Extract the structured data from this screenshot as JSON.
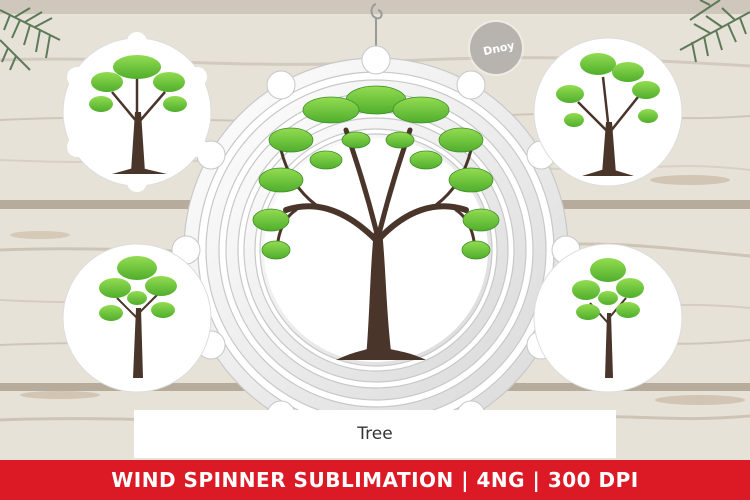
{
  "caption": "Tree",
  "banner": "WIND SPINNER SUBLIMATION | 4NG | 300 DPI",
  "logo_text": "Dnoy",
  "colors": {
    "banner_red": "#dc1a26",
    "wood": "#e8e3da",
    "leaf": "#7acc3a",
    "trunk": "#4a352b"
  },
  "images": [
    "tree-disc-top-left",
    "tree-disc-bottom-left",
    "wind-spinner-center",
    "tree-disc-top-right",
    "tree-disc-bottom-right",
    "pine-branch-decoration"
  ]
}
